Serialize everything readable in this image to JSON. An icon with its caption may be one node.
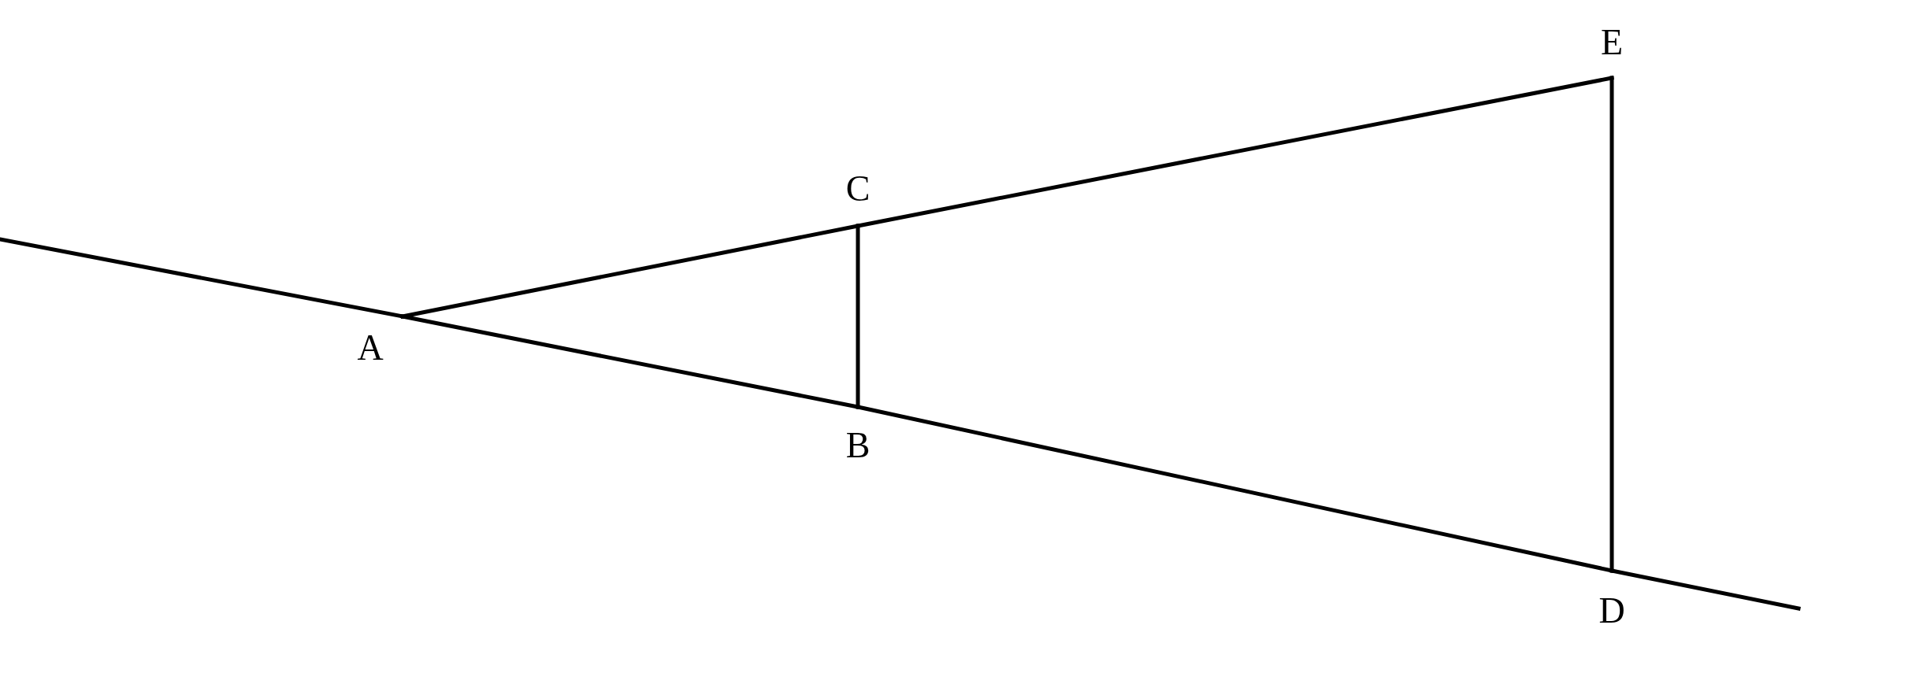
{
  "diagram": {
    "nodes": [
      {
        "text": [
          "A"
        ]
      },
      {
        "text": [
          "B"
        ]
      },
      {
        "text": [
          "C"
        ]
      },
      {
        "text": [
          "D"
        ]
      },
      {
        "text": [
          "E"
        ]
      }
    ],
    "edges": [
      {
        "from": null,
        "to": 0,
        "arrow": "none"
      },
      {
        "from": 0,
        "to": 1,
        "arrow": "none"
      },
      {
        "from": 1,
        "to": 3,
        "arrow": "none"
      },
      {
        "from": 3,
        "to": null,
        "arrow": "none"
      },
      {
        "from": 0,
        "to": 2,
        "arrow": "none"
      },
      {
        "from": 2,
        "to": 4,
        "arrow": "none"
      },
      {
        "from": 2,
        "to": 1,
        "arrow": "none"
      },
      {
        "from": 4,
        "to": 3,
        "arrow": "none"
      }
    ]
  }
}
